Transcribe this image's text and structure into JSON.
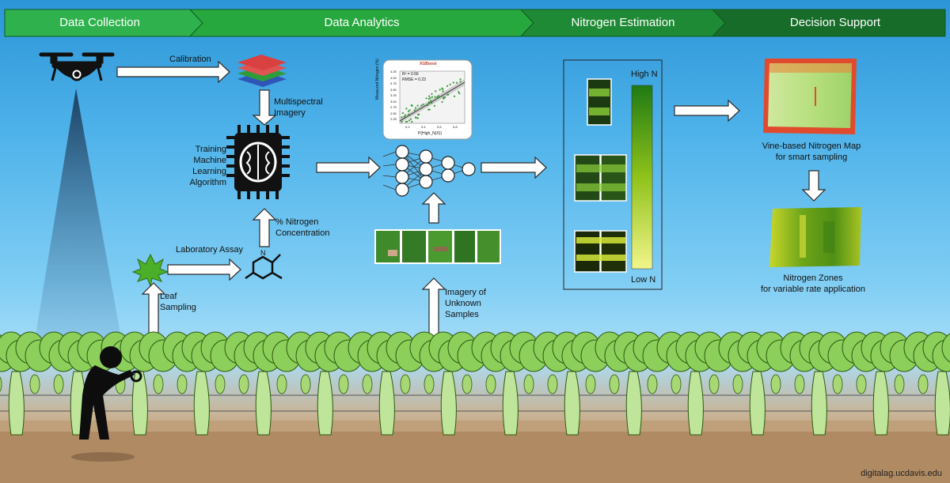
{
  "stages": [
    {
      "label": "Data Collection",
      "color": "#2fb24d"
    },
    {
      "label": "Data Analytics",
      "color": "#27a83f"
    },
    {
      "label": "Nitrogen Estimation",
      "color": "#1f8a35"
    },
    {
      "label": "Decision Support",
      "color": "#176c2a"
    }
  ],
  "labels": {
    "calibration": "Calibration",
    "multispectral": "Multispectral Imagery",
    "training": "Training Machine Learning Algorithm",
    "nitrogen_conc": "% Nitrogen Concentration",
    "lab_assay": "Laboratory Assay",
    "leaf_sampling": "Leaf Sampling",
    "unknown": "Imagery of Unknown Samples",
    "vine_map": "Vine-based Nitrogen Map",
    "smart_sampling": "for smart sampling",
    "zones": "Nitrogen Zones",
    "variable_rate": "for variable rate application",
    "footer": "digitalag.ucdavis.edu"
  },
  "legend": {
    "high": "High N",
    "low": "Low N"
  },
  "mini_plot": {
    "title": "XGBoost",
    "r2": "R² = 0.56",
    "rmse": "RMSE = 0.23",
    "xlabel": "P(High_N(X))",
    "ylabel": "Measured Nitrogen (%)",
    "x_ticks": [
      "0.2",
      "0.4",
      "0.6",
      "0.8"
    ],
    "y_ticks": [
      "4.25",
      "4.00",
      "3.75",
      "3.50",
      "3.25",
      "3.00",
      "2.75",
      "2.50",
      "2.25"
    ]
  },
  "colors": {
    "arrow_fill": "#ffffff",
    "arrow_stroke": "#2a2a2a",
    "leaf": "#4caf2a",
    "vine": "#8ccf5a"
  }
}
